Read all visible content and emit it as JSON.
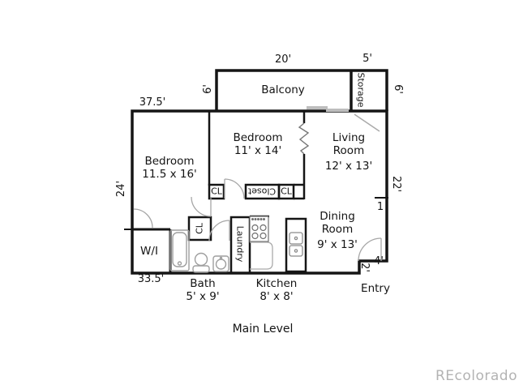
{
  "page": {
    "title": "Main Level",
    "watermark": "REcolorado"
  },
  "rooms": {
    "balcony": "Balcony",
    "storage": "Storage",
    "bedroom2_name": "Bedroom",
    "bedroom2_dims": "11' x 14'",
    "living_1": "Living",
    "living_2": "Room",
    "living_dims": "12' x 13'",
    "bedroom1_name": "Bedroom",
    "bedroom1_dims": "11.5 x 16'",
    "dining_1": "Dining",
    "dining_2": "Room",
    "dining_dims": "9' x 13'",
    "walkin": "W/I",
    "laundry": "Laundry",
    "bath_name": "Bath",
    "bath_dims": "5' x 9'",
    "kitchen_name": "Kitchen",
    "kitchen_dims": "8' x 8'",
    "entry": "Entry",
    "closet": "Closet",
    "cl_left": "CL",
    "cl_right": "CL",
    "cl_hall": "CL"
  },
  "dims": {
    "balcony_width": "20'",
    "storage_width": "5'",
    "balcony_depth": "6'",
    "storage_depth": "6'",
    "main_width": "37.5'",
    "left_height": "24'",
    "right_height": "22'",
    "right_offset": "1",
    "bottom_width": "33.5'",
    "entry_depth": "2'",
    "entry_width": "4'"
  },
  "colors": {
    "wall": "#151515",
    "fixture": "#9e9e9e",
    "window": "#bdbdbd",
    "watermark": "#b3b3b3"
  }
}
